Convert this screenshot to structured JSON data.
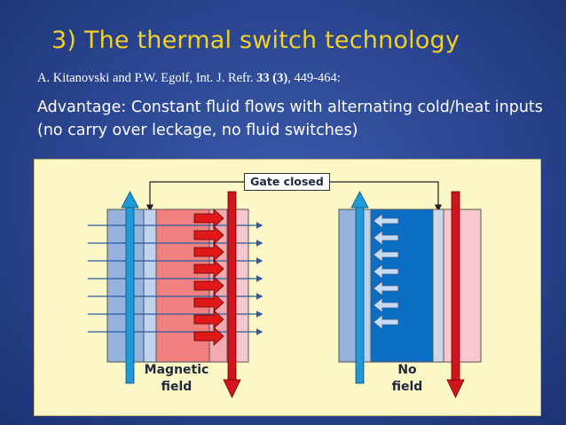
{
  "slide": {
    "title": "3) The thermal switch technology",
    "reference": {
      "authors_journal": "A. Kitanovski and P.W. Egolf, Int. J. Refr.",
      "volume_issue": "33 (3)",
      "pages": ", 449-464:"
    },
    "advantage": "Advantage: Constant fluid flows with alternating cold/heat inputs (no carry over leckage, no fluid switches)"
  },
  "diagram": {
    "gate_label": "Gate closed",
    "left_label_line1": "Magnetic",
    "left_label_line2": "field",
    "right_label_line1": "No",
    "right_label_line2": "field",
    "colors": {
      "background": "#fdf6c6",
      "cold_plate": "#95b3dc",
      "hot_plate": "#f8c8ce",
      "magnetized": "#f08080",
      "demagnetized": "#0a6fc4",
      "cold_arrow": "#1e9ad6",
      "hot_arrow": "#d4141c"
    }
  }
}
